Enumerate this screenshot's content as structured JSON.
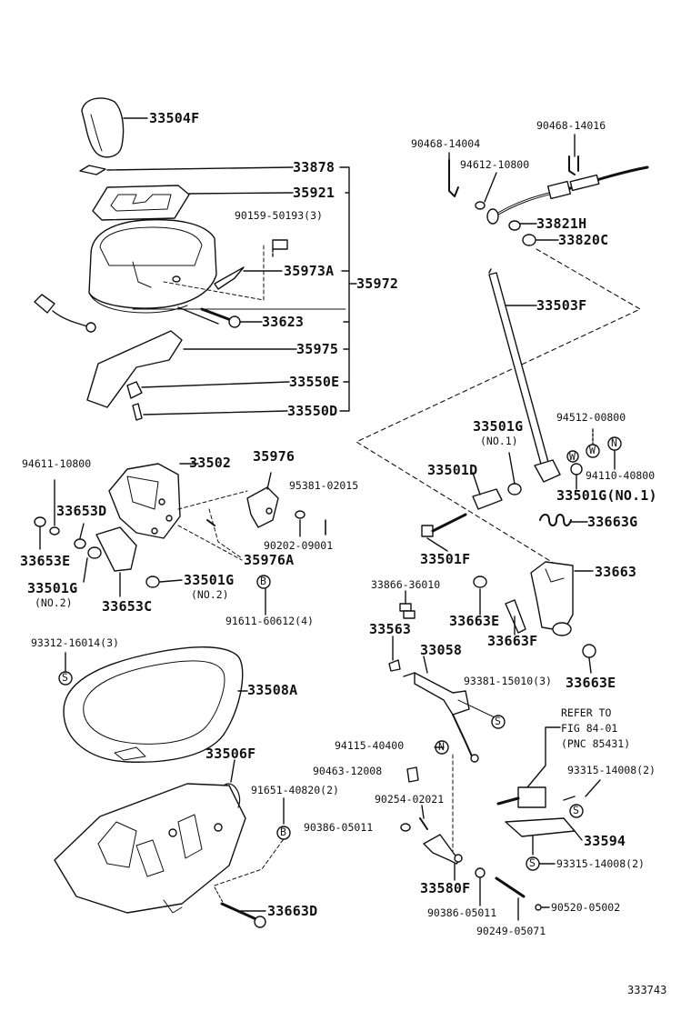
{
  "parts": {
    "p33504F": "33504F",
    "p33878": "33878",
    "p35921": "35921",
    "p90159": "90159-50193(3)",
    "p35973A": "35973A",
    "p35972": "35972",
    "p33623": "33623",
    "p35975": "35975",
    "p33550E": "33550E",
    "p33550D": "33550D",
    "p90468a": "90468-14004",
    "p90468b": "90468-14016",
    "p94612": "94612-10800",
    "p33821H": "33821H",
    "p33820C": "33820C",
    "p33503F": "33503F",
    "p33501G_top": "33501G",
    "p33501G_top_no": "(NO.1)",
    "p94512": "94512-00800",
    "p94110": "94110-40800",
    "p33501D": "33501D",
    "p33501G_right": "33501G(NO.1)",
    "p33663G": "33663G",
    "p33501F": "33501F",
    "p33663": "33663",
    "p33502": "33502",
    "p35976": "35976",
    "p94611": "94611-10800",
    "p33653D": "33653D",
    "p95381": "95381-02015",
    "p33653E": "33653E",
    "p90202": "90202-09001",
    "p35976A": "35976A",
    "p33501G_l": "33501G",
    "p33501G_l_no": "(NO.2)",
    "p33501G_m": "33501G",
    "p33501G_m_no": "(NO.2)",
    "p33653C": "33653C",
    "p91611": "91611-60612(4)",
    "p33866": "33866-36010",
    "p33563": "33563",
    "p33663E_a": "33663E",
    "p33663F": "33663F",
    "p93312": "93312-16014(3)",
    "p33058": "33058",
    "p93381": "93381-15010(3)",
    "p33663E_b": "33663E",
    "p33508A": "33508A",
    "p94115": "94115-40400",
    "p33506F": "33506F",
    "p90463": "90463-12008",
    "p91651": "91651-40820(2)",
    "p90254": "90254-02021",
    "p93315a": "93315-14008(2)",
    "p90386a": "90386-05011",
    "p33594": "33594",
    "p93315b": "93315-14008(2)",
    "p33580F": "33580F",
    "p33663D": "33663D",
    "p90520": "90520-05002",
    "p90386b": "90386-05011",
    "p90249": "90249-05071"
  },
  "symbols": {
    "s_w1": "W",
    "s_n1": "N",
    "s_b1": "B",
    "s_s1": "S",
    "s_s2": "S",
    "s_n2": "N",
    "s_s3": "S",
    "s_s4": "S",
    "s_b2": "B",
    "s_w2": "W"
  },
  "reference": {
    "line1": "REFER TO",
    "line2": "FIG 84-01",
    "line3": "(PNC 85431)"
  },
  "diagram_id": "333743"
}
